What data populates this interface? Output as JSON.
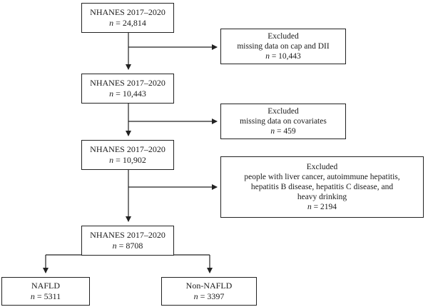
{
  "diagram": {
    "step1": {
      "title": "NHANES 2017–2020",
      "n_label": "n",
      "n_value": "= 24,814"
    },
    "excl1": {
      "heading": "Excluded",
      "reason": "missing data on cap and DII",
      "n_label": "n",
      "n_value": "= 10,443"
    },
    "step2": {
      "title": "NHANES 2017–2020",
      "n_label": "n",
      "n_value": "= 10,443"
    },
    "excl2": {
      "heading": "Excluded",
      "reason": "missing data on covariates",
      "n_label": "n",
      "n_value": "= 459"
    },
    "step3": {
      "title": "NHANES 2017–2020",
      "n_label": "n",
      "n_value": "= 10,902"
    },
    "excl3": {
      "heading": "Excluded",
      "reason_lines": [
        "people with liver cancer, autoimmune hepatitis,",
        "hepatitis B disease, hepatitis C disease, and",
        "heavy drinking"
      ],
      "n_label": "n",
      "n_value": "= 2194"
    },
    "step4": {
      "title": "NHANES 2017–2020",
      "n_label": "n",
      "n_value": "= 8708"
    },
    "group_nafld": {
      "title": "NAFLD",
      "n_label": "n",
      "n_value": "= 5311"
    },
    "group_non_nafld": {
      "title": "Non-NAFLD",
      "n_label": "n",
      "n_value": "= 3397"
    }
  }
}
